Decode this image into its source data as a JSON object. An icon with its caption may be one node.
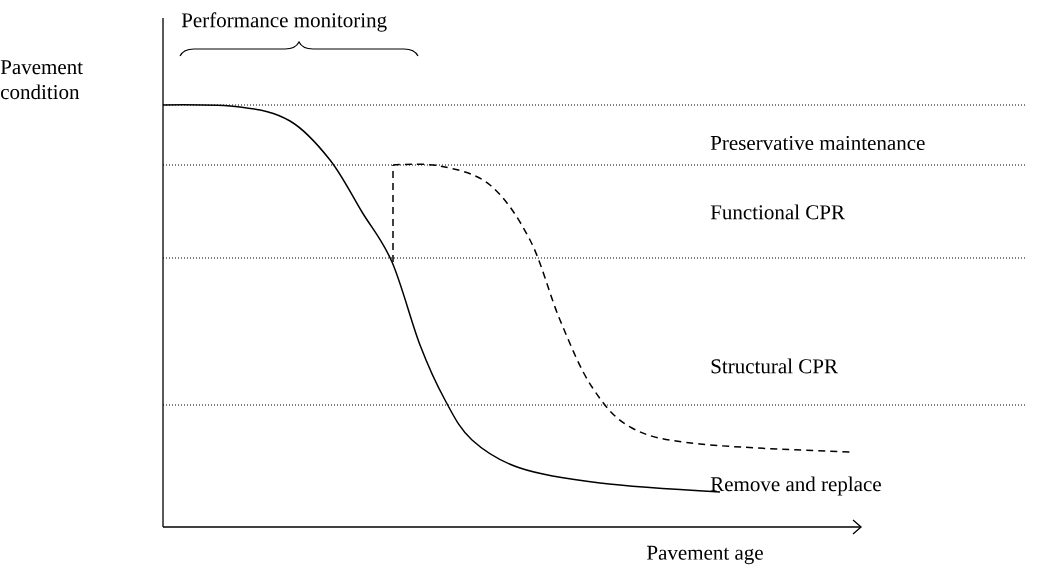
{
  "diagram": {
    "labels": [
      "Performance monitoring",
      "Pavement condition",
      "Preservative maintenance",
      "Functional CPR",
      "Structural CPR",
      "Remove and replace",
      "Pavement age"
    ]
  }
}
